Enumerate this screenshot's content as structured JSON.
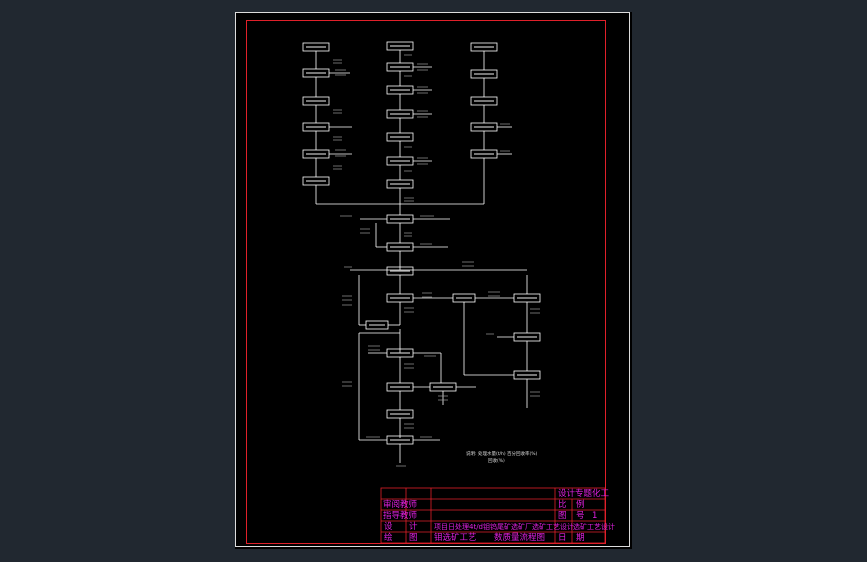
{
  "diagram": {
    "legend_text": "说明: 处理水量(t/h)  百分回收率(%)",
    "legend_note": "回收(%)"
  },
  "title_block": {
    "school": "设计专题化工",
    "reviewer_label": "审阅教师",
    "advisor_label": "指导教师",
    "design_label": "设",
    "design_label2": "计",
    "drawing_label": "绘",
    "drawing_label2": "图",
    "project": "项目日处理4t/d钼钨尾矿选矿厂选矿工艺设计",
    "scale_label": "比",
    "scale_value": "例",
    "sheet_label": "图",
    "sheet_value": "号",
    "drawing_no_label": "选矿工艺设计",
    "drawing_name": "钼选矿工艺",
    "drawing_subject": "数质量流程图",
    "date_label": "日",
    "date_value": "期",
    "date_value2": "1"
  },
  "colors": {
    "background": "#212830",
    "sheet": "#000000",
    "diagram_lines": "#ffffff",
    "frame_inner": "#e0202a",
    "title_text": "#e020e0"
  }
}
